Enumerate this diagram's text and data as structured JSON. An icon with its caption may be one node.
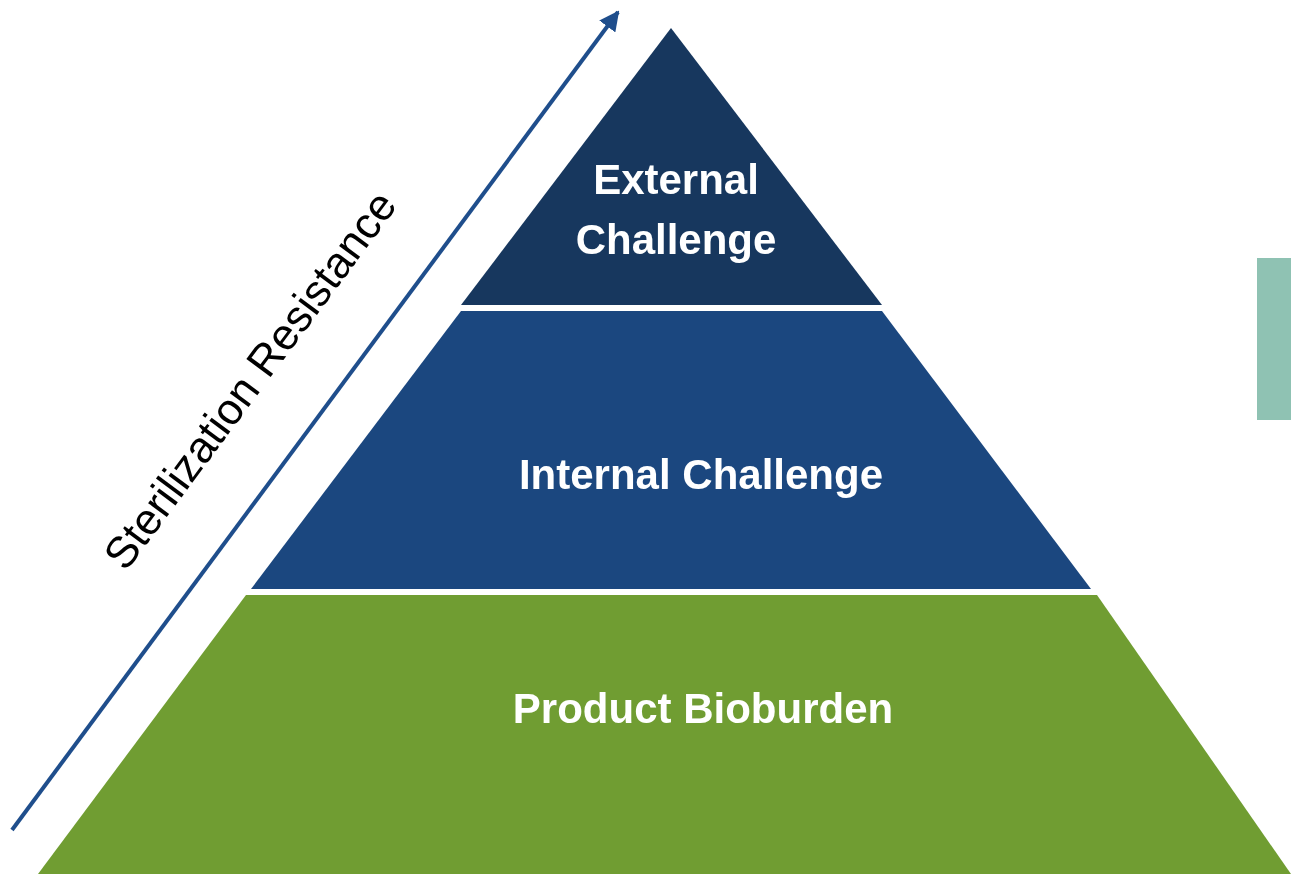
{
  "diagram": {
    "nodes": [
      {
        "text": [
          "External Challenge"
        ]
      },
      {
        "text": [
          "Internal Challenge"
        ]
      },
      {
        "text": [
          "Product Bioburden"
        ]
      }
    ],
    "labels": [
      "Sterilization Resistance"
    ]
  }
}
